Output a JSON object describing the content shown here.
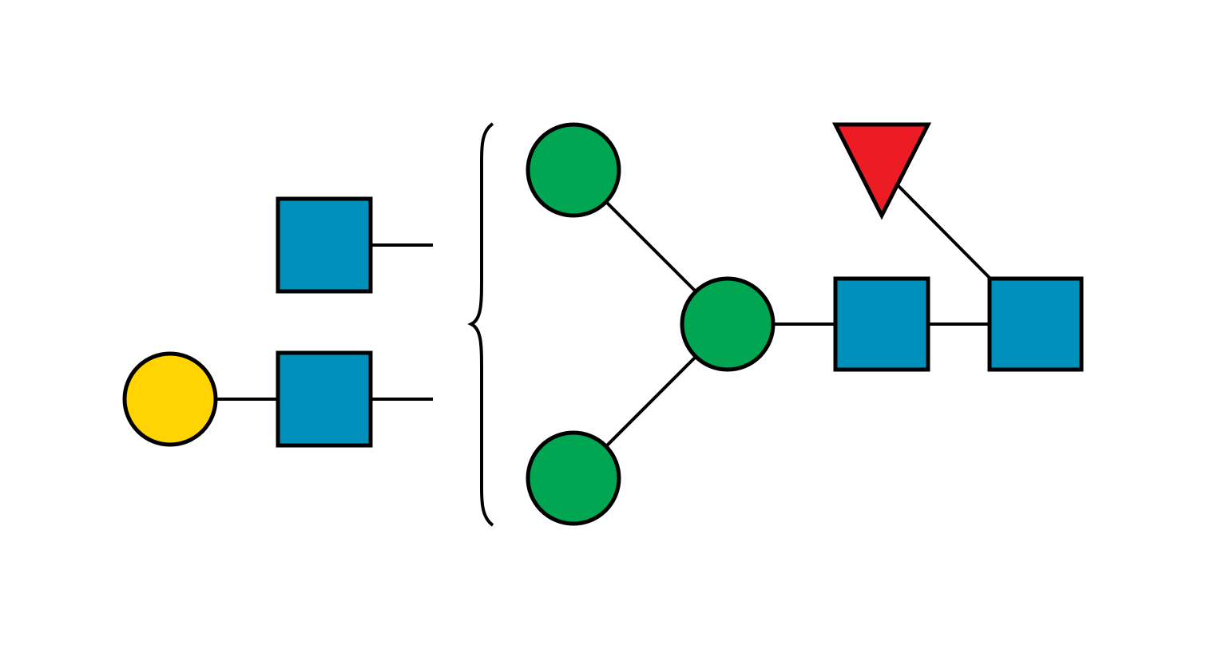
{
  "diagram": {
    "type": "glycan-structure",
    "colors": {
      "background": "#ffffff",
      "stroke": "#000000",
      "galactose": "#FFD400",
      "glcnac": "#0090BC",
      "mannose": "#00A651",
      "fucose": "#ED1C24"
    },
    "antennae": [
      {
        "residues": [
          "glcnac-square"
        ]
      },
      {
        "residues": [
          "galactose-circle",
          "glcnac-square"
        ]
      }
    ],
    "core": {
      "branch_residues": [
        "mannose-circle",
        "mannose-circle"
      ],
      "central_residue": "mannose-circle",
      "chain_residues": [
        "glcnac-square",
        "glcnac-square"
      ],
      "fucose": "fucose-triangle"
    }
  }
}
